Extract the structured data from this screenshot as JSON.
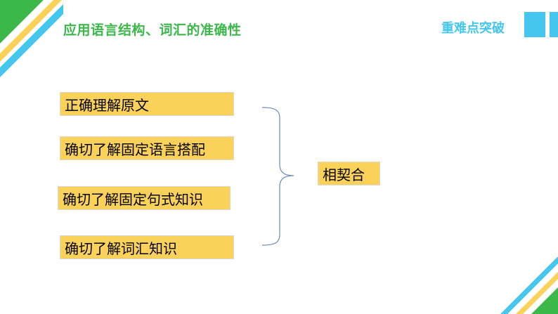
{
  "header": {
    "title": "应用语言结构、词汇的准确性",
    "section": "重难点突破"
  },
  "diagram": {
    "items": [
      "正确理解原文",
      "确切了解固定语言搭配",
      "确切了解固定句式知识",
      "确切了解词汇知识"
    ],
    "result": "相契合"
  },
  "colors": {
    "green": "#3CB84A",
    "blue": "#45C6EF",
    "yellow": "#FAD159"
  }
}
